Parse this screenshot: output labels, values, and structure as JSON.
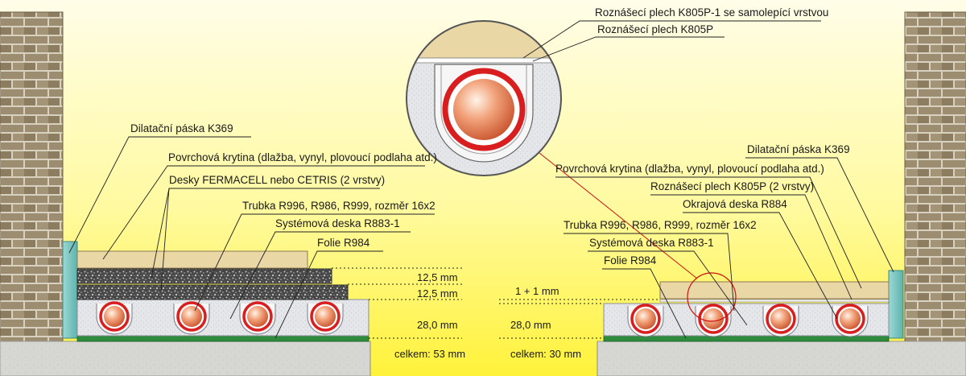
{
  "labels": {
    "k805p1": "Roznášecí plech  K805P-1 se samolepící vrstvou",
    "k805p": "Roznášecí plech  K805P",
    "left": {
      "dilatacni": "Dilatační páska K369",
      "krytina": "Povrchová krytina (dlažba, vynyl, plovoucí podlaha atd.)",
      "desky": "Desky FERMACELL nebo CETRIS (2 vrstvy)",
      "trubka": "Trubka R996, R986, R999, rozměr 16x2",
      "systemova": "Systémová deska R883-1",
      "folie": "Folie R984"
    },
    "right": {
      "krytina": "Povrchová krytina (dlažba, vynyl, plovoucí podlaha atd.)",
      "dilatacni": "Dilatační páska K369",
      "plech": "Roznášecí plech  K805P (2 vrstvy)",
      "okrajova": "Okrajová deska R884",
      "trubka": "Trubka R996, R986, R999, rozměr 16x2",
      "systemova": "Systémová deska R883-1",
      "folie": "Folie R984"
    }
  },
  "dimensions": {
    "left": [
      "12,5 mm",
      "12,5 mm",
      "28,0 mm"
    ],
    "left_total": "celkem: 53 mm",
    "right": [
      "1 + 1 mm",
      "28,0 mm"
    ],
    "right_total": "celkem: 30 mm"
  },
  "colors": {
    "pipe_ring": "#d81e1e",
    "leader_highlight": "#cc1111",
    "base_green": "#2e8b3e",
    "dilatation_strip": "#7ec8c4",
    "floor_cover": "#ead7a6",
    "brick": "#8a7a62"
  }
}
